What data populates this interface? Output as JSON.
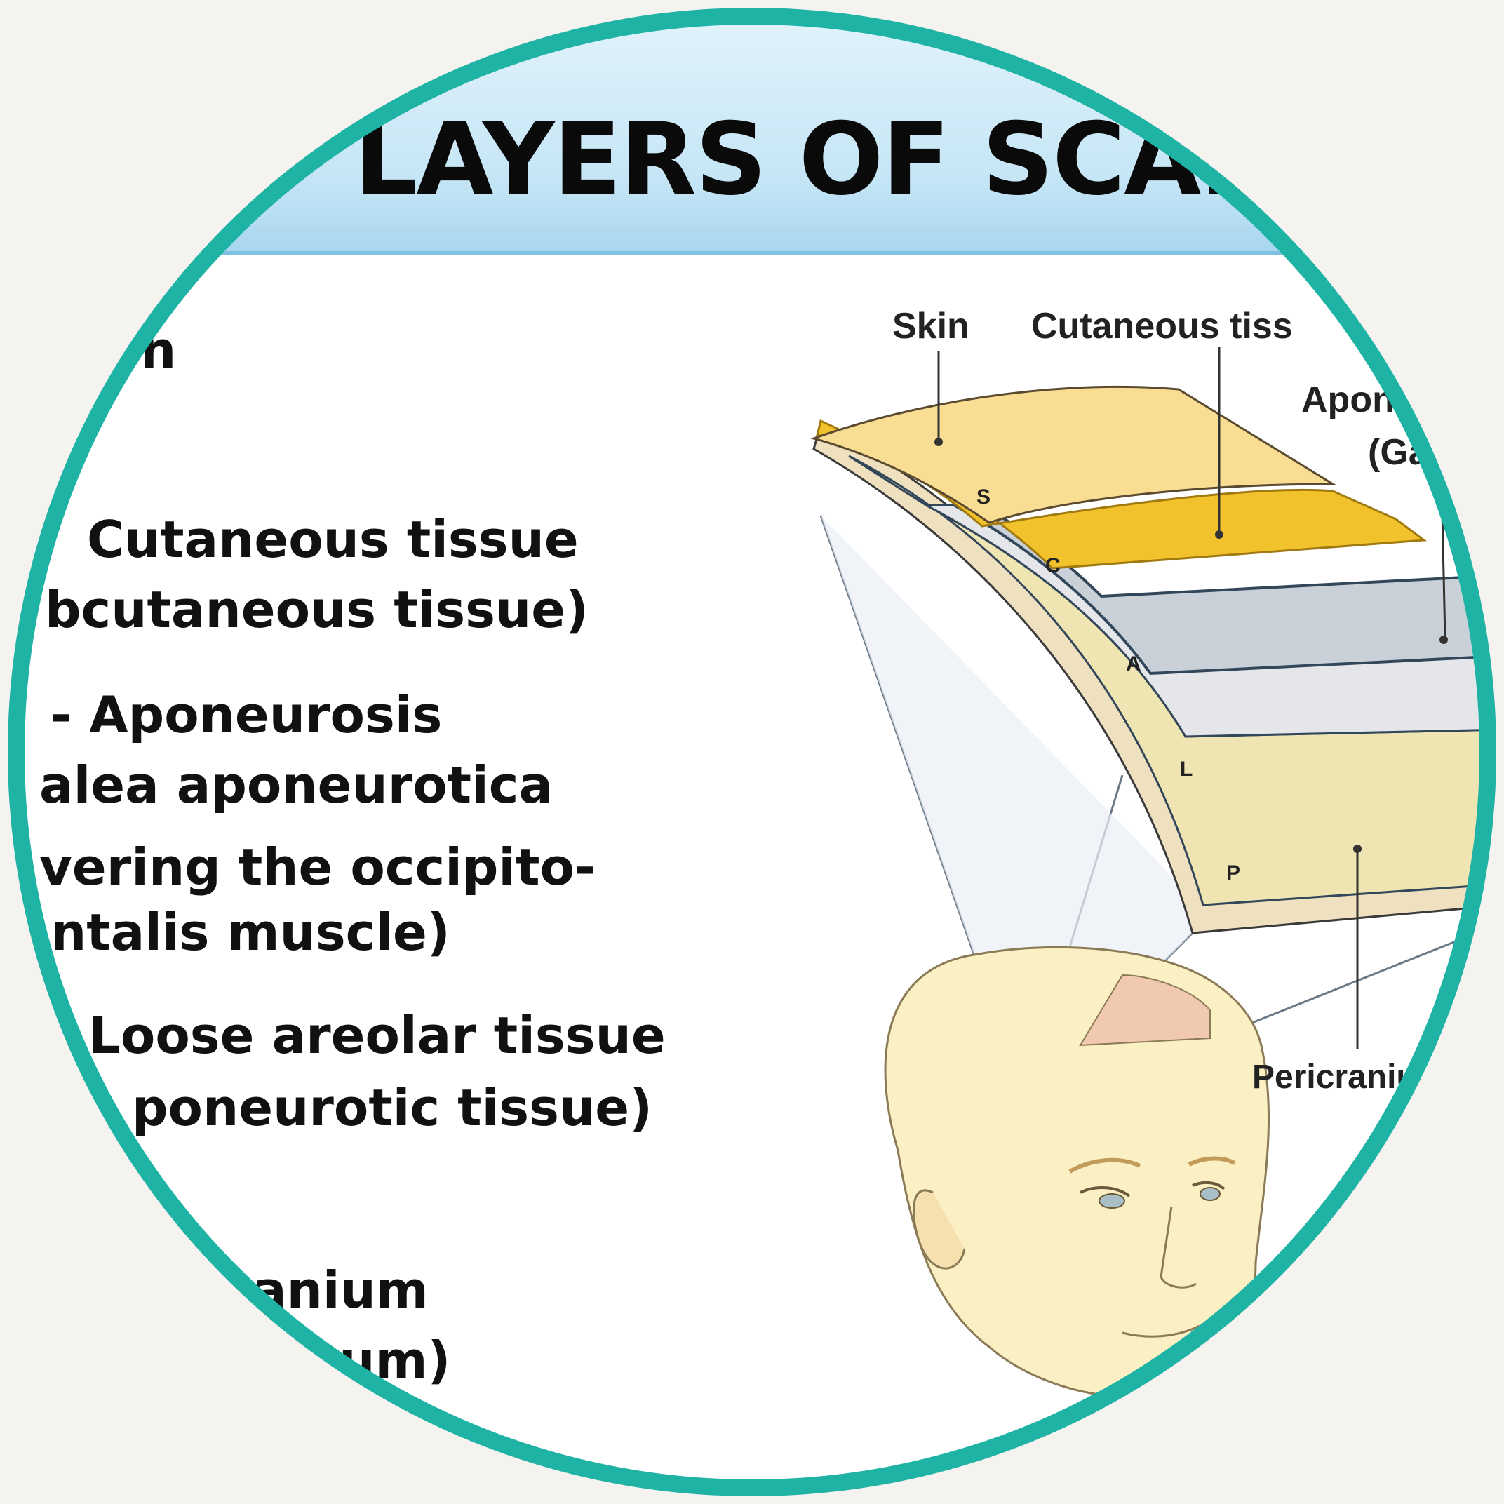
{
  "title": "LAYERS OF SCAL",
  "left_list": {
    "lines": [
      "n",
      "Cutaneous tissue",
      "bcutaneous tissue)",
      "- Aponeurosis",
      "alea aponeurotica",
      "vering the occipito-",
      "ntalis muscle)",
      "Loose areolar tissue",
      "poneurotic tissue)",
      "anium",
      "teum)"
    ]
  },
  "diagram": {
    "labels": {
      "skin": "Skin",
      "cutaneous": "Cutaneous tiss",
      "aponeurosis_1": "Apon",
      "aponeurosis_2": "(Ga",
      "pericranium": "Pericraniu",
      "l": "L"
    },
    "layer_letters": [
      "S",
      "C",
      "A",
      "L",
      "P"
    ]
  },
  "colors": {
    "frame": "#1fb3a5",
    "title_band": "#bfe3f5",
    "skin_layer": "#f8dd92",
    "cutaneous_layer": "#f2c22c",
    "aponeurosis_layer": "#c9d0d8",
    "loose_layer": "#e4e6ea",
    "pericranium_layer": "#efe5b2"
  }
}
